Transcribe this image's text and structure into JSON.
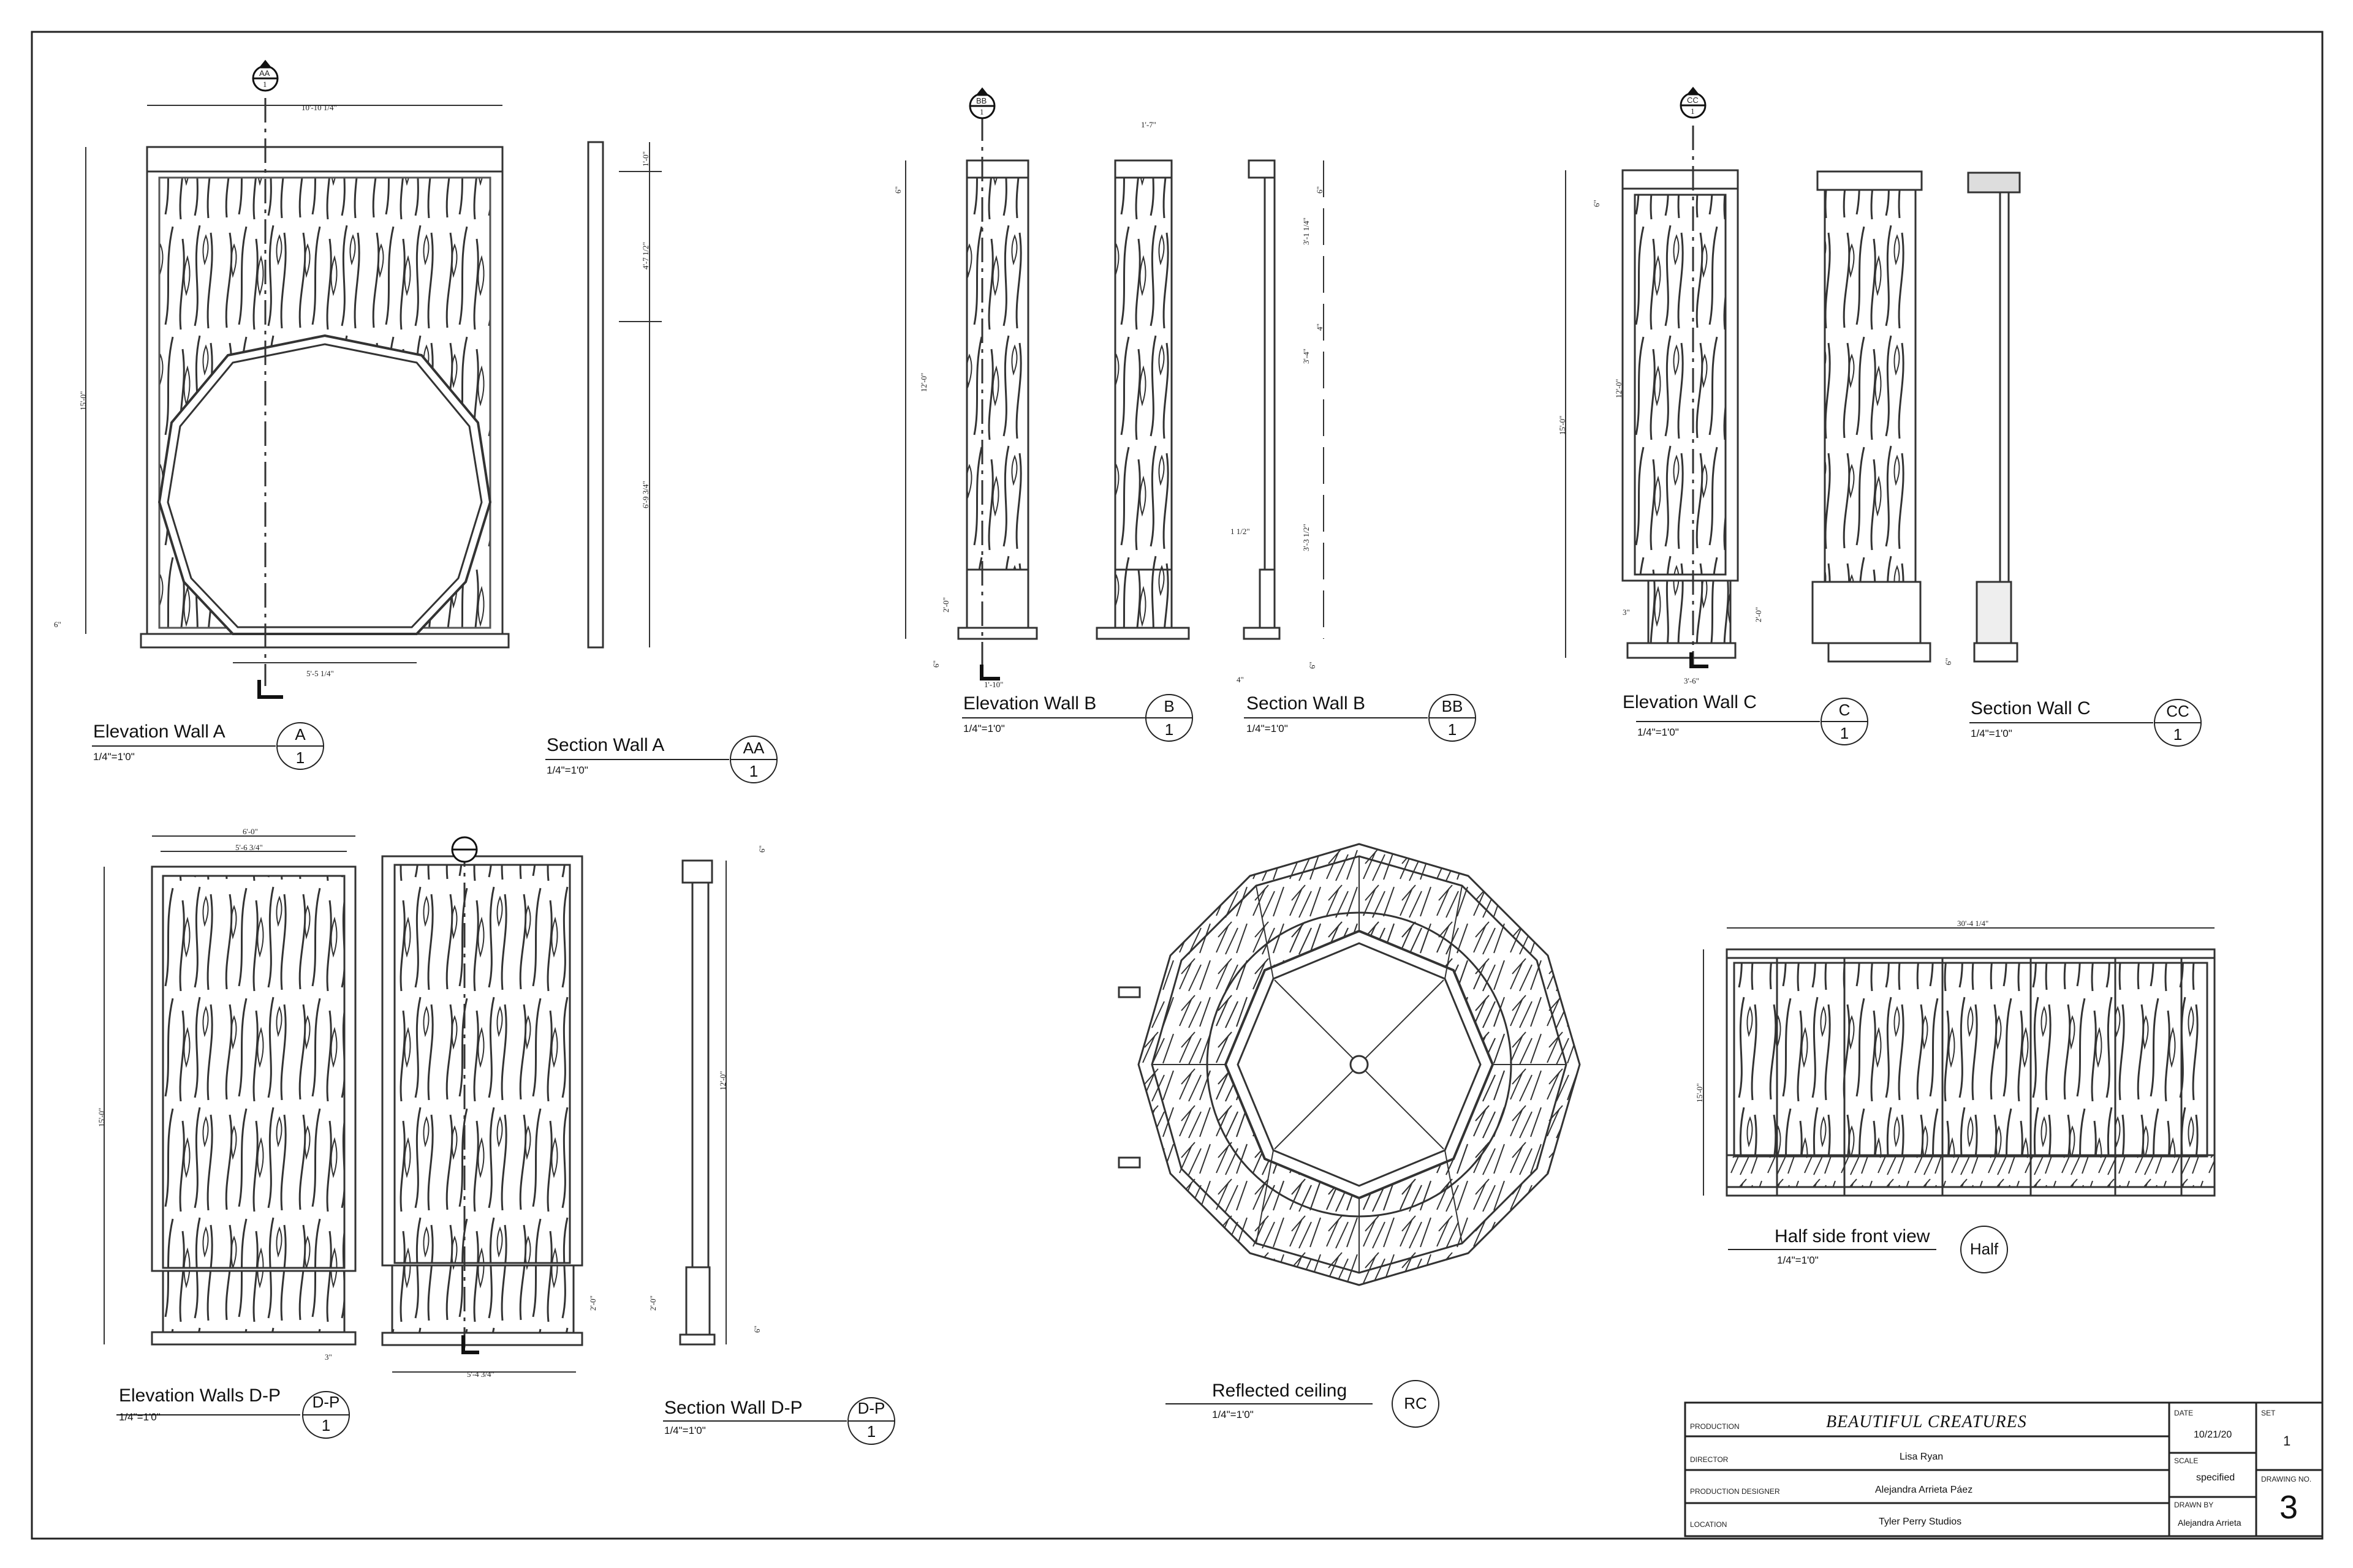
{
  "views": {
    "elev_a": {
      "title": "Elevation Wall A",
      "scale": "1/4\"=1'0\"",
      "tag": "A",
      "sheet": "1"
    },
    "sect_a": {
      "title": "Section Wall A",
      "scale": "1/4\"=1'0\"",
      "tag": "AA",
      "sheet": "1"
    },
    "elev_b": {
      "title": "Elevation Wall B",
      "scale": "1/4\"=1'0\"",
      "tag": "B",
      "sheet": "1"
    },
    "sect_b": {
      "title": "Section Wall B",
      "scale": "1/4\"=1'0\"",
      "tag": "BB",
      "sheet": "1"
    },
    "elev_c": {
      "title": "Elevation Wall C",
      "scale": "1/4\"=1'0\"",
      "tag": "C",
      "sheet": "1"
    },
    "sect_c": {
      "title": "Section Wall C",
      "scale": "1/4\"=1'0\"",
      "tag": "CC",
      "sheet": "1"
    },
    "elev_dp": {
      "title": "Elevation Walls D-P",
      "scale": "1/4\"=1'0\"",
      "tag": "D-P",
      "sheet": "1"
    },
    "sect_dp": {
      "title": "Section Wall D-P",
      "scale": "1/4\"=1'0\"",
      "tag": "D-P",
      "sheet": "1"
    },
    "ceiling": {
      "title": "Reflected ceiling",
      "scale": "1/4\"=1'0\"",
      "tag": "RC"
    },
    "half": {
      "title": "Half side front view",
      "scale": "1/4\"=1'0\"",
      "tag": "Half"
    }
  },
  "section_markers": {
    "aa": "AA",
    "bb": "BB",
    "cc": "CC",
    "one": "1"
  },
  "dimensions": {
    "a_width": "10'-10 1/4\"",
    "a_height": "15'-0\"",
    "a_opening": "5'-5 1/4\"",
    "a_base": "6\"",
    "sa_1": "1'-0\"",
    "sa_2": "4'-7 1/2\"",
    "sa_3": "6'-9 3/4\"",
    "b_top": "6\"",
    "b_height": "12'-0\"",
    "b_base": "2'-0\"",
    "b_foot": "6\"",
    "b_width": "1'-10\"",
    "b_side_width": "1'-7\"",
    "sb_1": "6\"",
    "sb_2": "3'-1 1/4\"",
    "sb_3": "4\"",
    "sb_4": "3'-4\"",
    "sb_5": "3'-3 1/2\"",
    "sb_6": "1 1/2\"",
    "sb_7": "4\"",
    "sb_8": "6\"",
    "c_top": "6\"",
    "c_height1": "12'-0\"",
    "c_height2": "15'-0\"",
    "c_base": "2'-0\"",
    "c_3": "3\"",
    "c_width": "3'-6\"",
    "c_foot": "6\"",
    "dp_width1": "6'-0\"",
    "dp_width2": "5'-6 3/4\"",
    "dp_height": "15'-0\"",
    "dp_base": "2'-0\"",
    "dp_bottom": "5'-4 3/4\"",
    "dp_3": "3\"",
    "sdp_height": "12'-0\"",
    "sdp_base": "2'-0\"",
    "sdp_top": "6\"",
    "sdp_foot": "6\"",
    "half_width": "30'-4 1/4\"",
    "half_height": "15'-0\""
  },
  "title_block": {
    "production_label": "PRODUCTION",
    "production": "BEAUTIFUL CREATURES",
    "director_label": "DIRECTOR",
    "director": "Lisa Ryan",
    "designer_label": "PRODUCTION DESIGNER",
    "designer": "Alejandra Arrieta Páez",
    "location_label": "LOCATION",
    "location": "Tyler Perry Studios",
    "date_label": "DATE",
    "date": "10/21/20",
    "scale_label": "SCALE",
    "scale": "specified",
    "drawn_label": "DRAWN BY",
    "drawn": "Alejandra Arrieta",
    "set_label": "SET",
    "set": "1",
    "drawing_label": "DRAWING NO.",
    "drawing": "3"
  }
}
